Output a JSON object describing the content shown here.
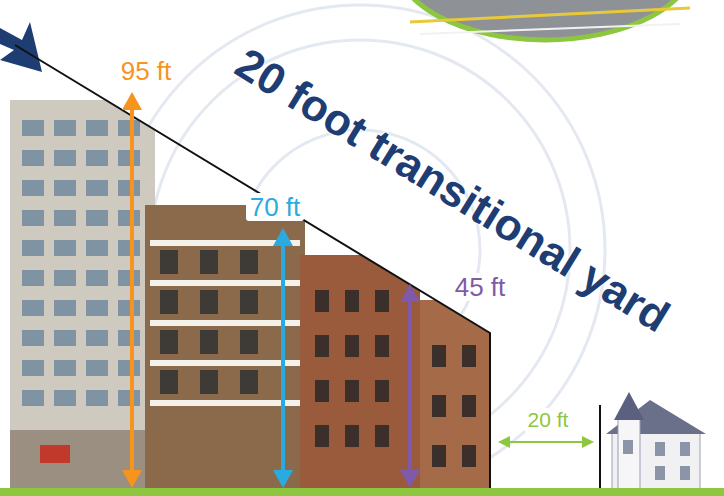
{
  "diagram": {
    "labels": [
      "95 ft",
      "20 foot transitional yard",
      "70 ft",
      "45 ft",
      "20 ft"
    ]
  }
}
